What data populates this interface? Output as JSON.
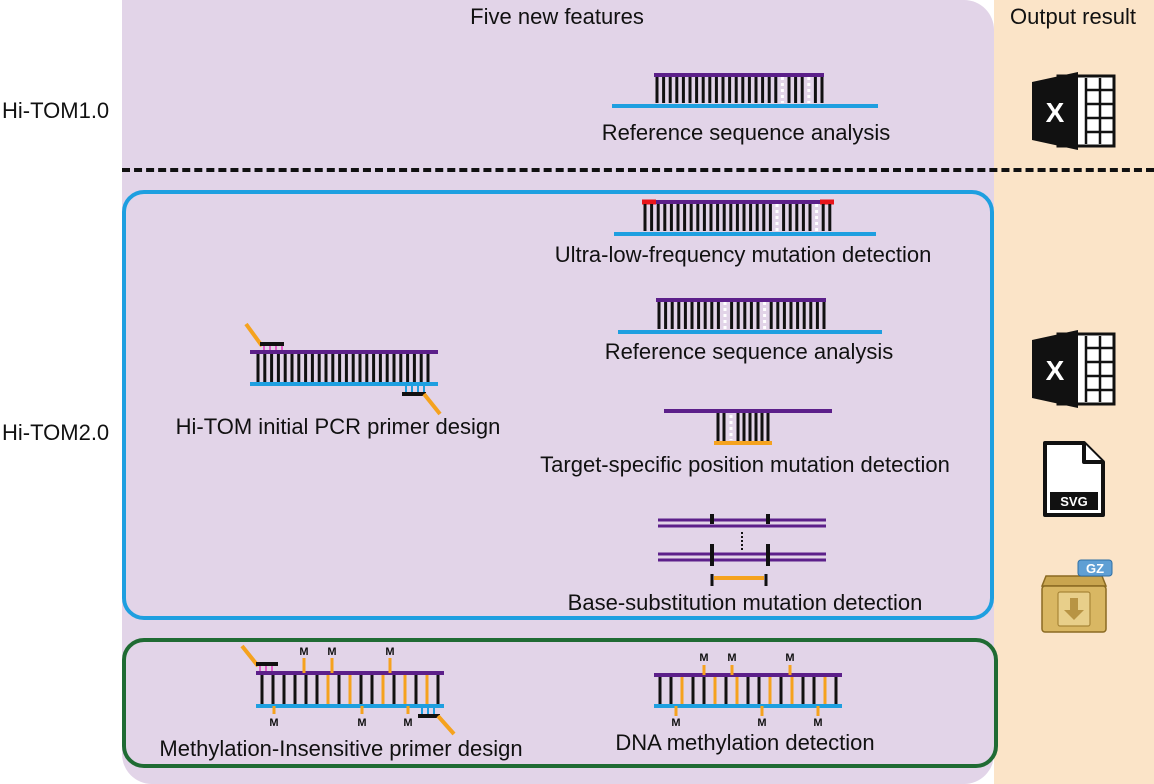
{
  "header": {
    "features_title": "Five new features",
    "output_title": "Output result"
  },
  "rows": {
    "v1_label": "Hi-TOM1.0",
    "v2_label": "Hi-TOM2.0"
  },
  "features": {
    "v1_reference": "Reference sequence analysis",
    "ultra_low": "Ultra-low-frequency mutation detection",
    "v2_reference": "Reference sequence analysis",
    "primer_design": "Hi-TOM initial PCR primer design",
    "target_specific": "Target-specific position mutation detection",
    "base_substitution": "Base-substitution mutation detection",
    "methyl_primer": "Methylation-Insensitive primer design",
    "dna_methylation": "DNA methylation detection"
  },
  "output_icons": {
    "excel_letter": "X",
    "svg_label": "SVG",
    "gz_label": "GZ",
    "icon_names": [
      "excel-icon",
      "excel-icon",
      "svg-file-icon",
      "gz-archive-icon"
    ]
  },
  "methyl_mark": "M",
  "colors": {
    "panel": "#e2d4e8",
    "output_column": "#fbe4c8",
    "blue_box": "#1e9fe0",
    "green_box": "#1f6b33",
    "purple_strand": "#5c1f8a",
    "blue_strand": "#1e9fe0",
    "orange": "#f5a21e",
    "red": "#e8141a"
  }
}
